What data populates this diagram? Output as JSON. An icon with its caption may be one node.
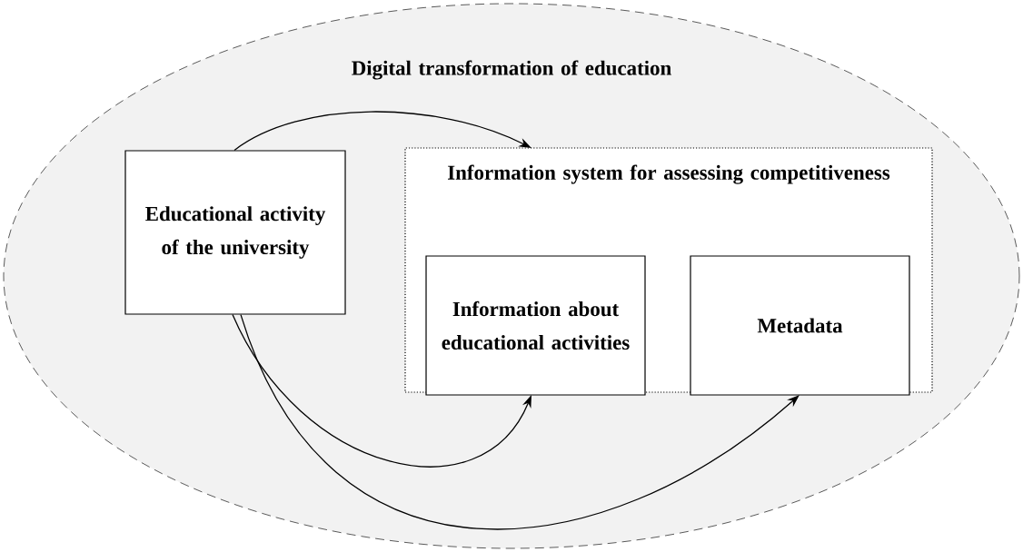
{
  "diagram": {
    "nodes": [
      {
        "text": [
          "Digital transformation of education"
        ]
      },
      {
        "text": [
          "Educational activity of the university"
        ],
        "in": 0
      },
      {
        "text": [
          "Information system for assessing competitiveness"
        ],
        "in": 0
      },
      {
        "text": [
          "Information about educational activities"
        ],
        "in": 2
      },
      {
        "text": [
          "Metadata"
        ],
        "in": 2
      }
    ],
    "edges": [
      {
        "from": 1,
        "to": 2,
        "arrow": "to"
      },
      {
        "from": 1,
        "to": 3,
        "arrow": "to"
      },
      {
        "from": 1,
        "to": 4,
        "arrow": "to"
      }
    ]
  }
}
